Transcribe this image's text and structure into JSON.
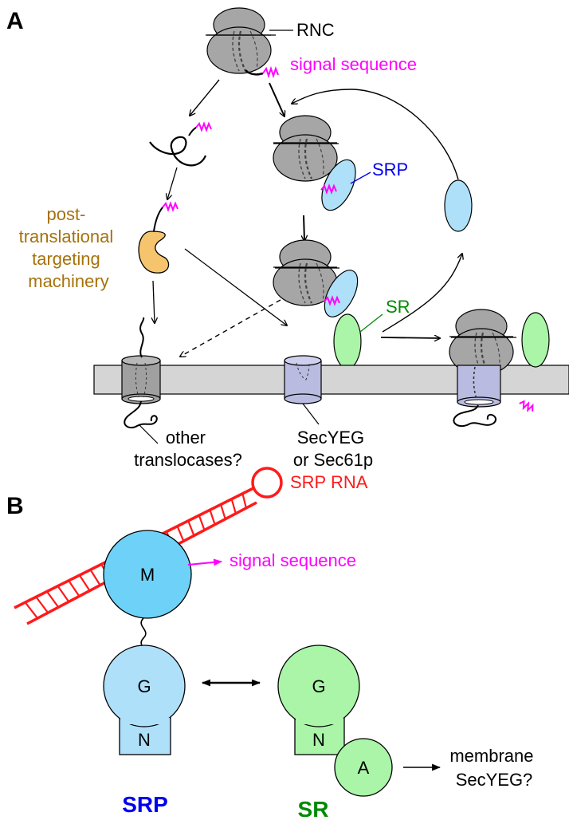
{
  "panel_a": {
    "letter": "A",
    "rnc": "RNC",
    "signal_sequence": "signal sequence",
    "srp": "SRP",
    "post_translational": [
      "post-",
      "translational",
      "targeting",
      "machinery"
    ],
    "sr": "SR",
    "other_translocases": [
      "other",
      "translocases?"
    ],
    "secyeg": [
      "SecYEG",
      "or Sec61p"
    ]
  },
  "panel_b": {
    "letter": "B",
    "srp_rna": "SRP RNA",
    "signal_sequence": "signal sequence",
    "m_domain": "M",
    "srp_g": "G",
    "srp_n": "N",
    "sr_g": "G",
    "sr_n": "N",
    "sr_a": "A",
    "membrane": [
      "membrane",
      "SecYEG?"
    ],
    "srp_title": "SRP",
    "sr_title": "SR"
  },
  "colors": {
    "ribosome": "#a6a6a6",
    "signal": "#ff00ff",
    "srp_blue": "#aee0fa",
    "srp_m": "#6ed2f8",
    "sr_green": "#aaf5a8",
    "membrane": "#d5d5d5",
    "translocon": "#b9bbe0",
    "orange": "#f7c46e",
    "srp_label": "#0000ee",
    "sr_label": "#008a00",
    "ptm_label": "#a6720a",
    "rna_red": "#ff1a1a"
  }
}
